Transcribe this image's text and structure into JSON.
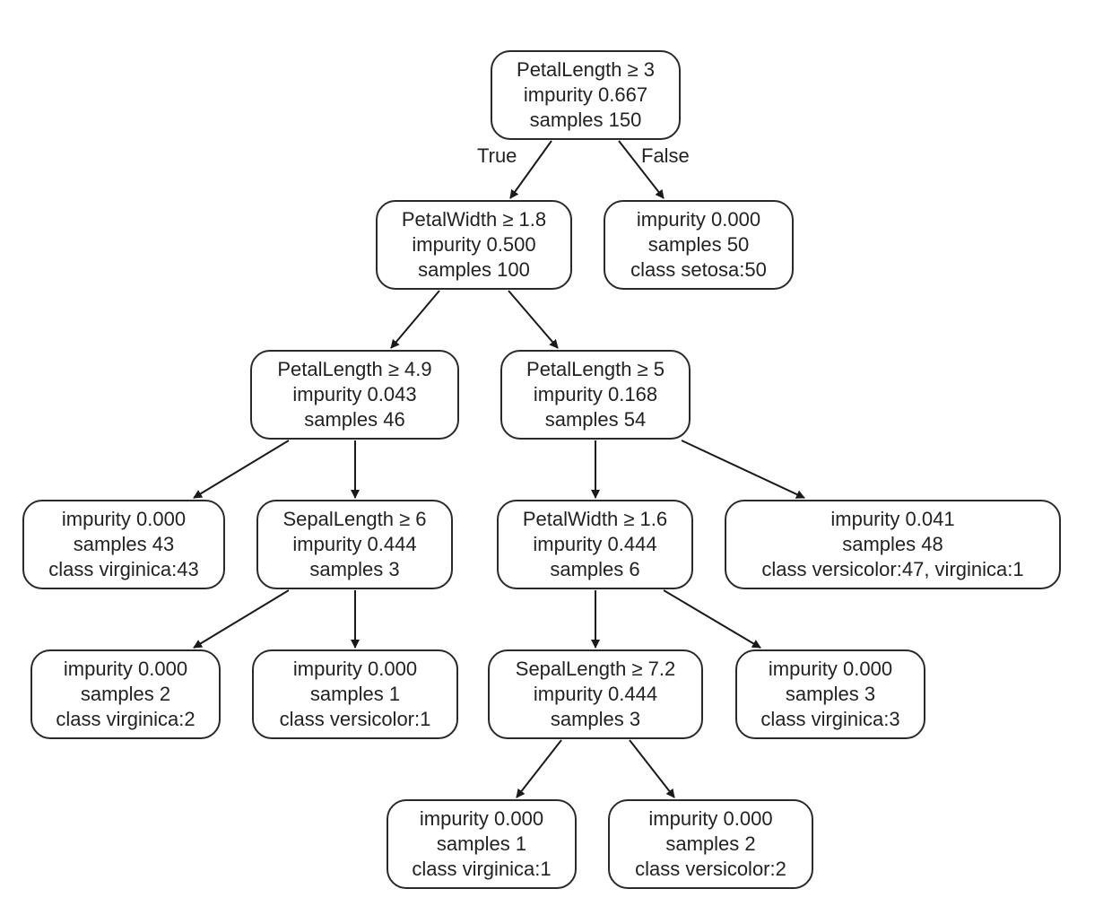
{
  "tree": {
    "root": {
      "lines": [
        "PetalLength ≥ 3",
        "impurity 0.667",
        "samples 150"
      ],
      "edge_true": "True",
      "edge_false": "False"
    },
    "n_pw18": {
      "lines": [
        "PetalWidth ≥ 1.8",
        "impurity 0.500",
        "samples 100"
      ]
    },
    "n_setosa": {
      "lines": [
        "impurity 0.000",
        "samples 50",
        "class setosa:50"
      ]
    },
    "n_pl49": {
      "lines": [
        "PetalLength ≥ 4.9",
        "impurity 0.043",
        "samples 46"
      ]
    },
    "n_pl5": {
      "lines": [
        "PetalLength ≥ 5",
        "impurity 0.168",
        "samples 54"
      ]
    },
    "n_virg43": {
      "lines": [
        "impurity 0.000",
        "samples 43",
        "class virginica:43"
      ]
    },
    "n_sl6": {
      "lines": [
        "SepalLength ≥ 6",
        "impurity 0.444",
        "samples 3"
      ]
    },
    "n_pw16": {
      "lines": [
        "PetalWidth ≥ 1.6",
        "impurity 0.444",
        "samples 6"
      ]
    },
    "n_vers47": {
      "lines": [
        "impurity 0.041",
        "samples 48",
        "class versicolor:47, virginica:1"
      ]
    },
    "n_virg2": {
      "lines": [
        "impurity 0.000",
        "samples 2",
        "class virginica:2"
      ]
    },
    "n_vers1": {
      "lines": [
        "impurity 0.000",
        "samples 1",
        "class versicolor:1"
      ]
    },
    "n_sl72": {
      "lines": [
        "SepalLength ≥ 7.2",
        "impurity 0.444",
        "samples 3"
      ]
    },
    "n_virg3": {
      "lines": [
        "impurity 0.000",
        "samples 3",
        "class virginica:3"
      ]
    },
    "n_virg1": {
      "lines": [
        "impurity 0.000",
        "samples 1",
        "class virginica:1"
      ]
    },
    "n_vers2": {
      "lines": [
        "impurity 0.000",
        "samples 2",
        "class versicolor:2"
      ]
    }
  },
  "colors": {
    "node_border": "#2a2a2a",
    "edge": "#1a1a1a",
    "text": "#222222"
  }
}
